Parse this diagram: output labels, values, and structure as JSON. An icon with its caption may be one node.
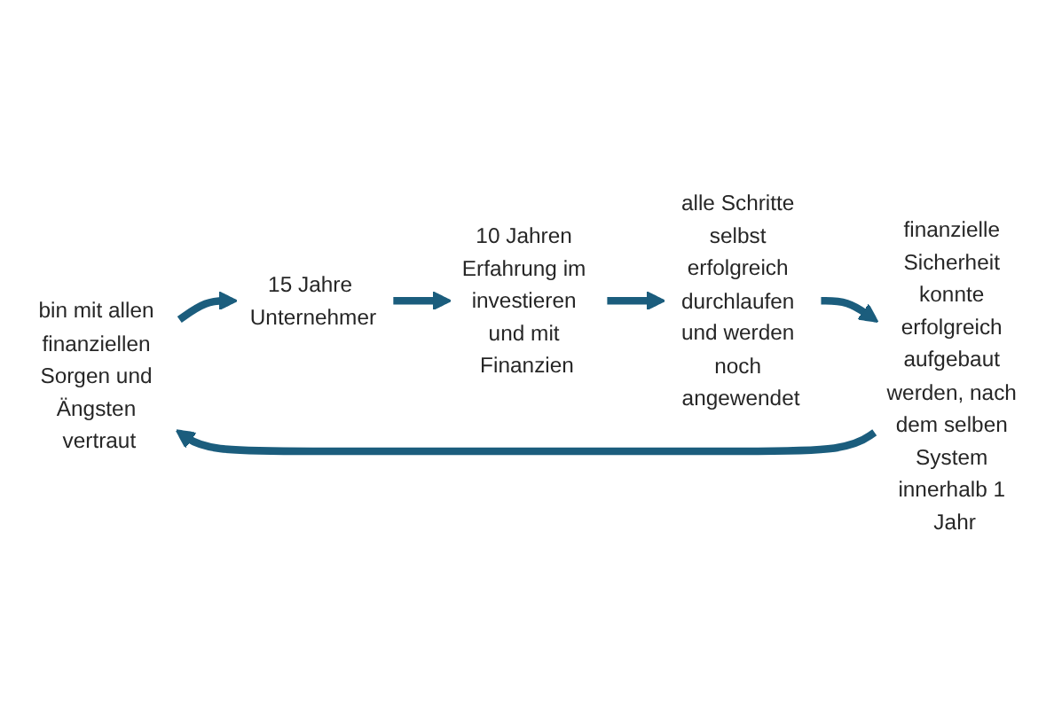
{
  "diagram": {
    "nodes": [
      {
        "text": [
          "bin mit allen finanziellen Sorgen und Ängsten vertraut"
        ]
      },
      {
        "text": [
          "15 Jahre Unternehmer"
        ]
      },
      {
        "text": [
          "10 Jahren Erfahrung im investieren und mit Finanzien"
        ]
      },
      {
        "text": [
          "alle Schritte selbst erfolgreich durchlaufen und werden noch angewendet"
        ]
      },
      {
        "text": [
          "finanzielle Sicherheit konnte erfolgreich aufgebaut werden, nach dem selben System innerhalb 1 Jahr"
        ]
      }
    ],
    "edges": [
      {
        "from": 0,
        "to": 1,
        "arrow": "to"
      },
      {
        "from": 1,
        "to": 2,
        "arrow": "to"
      },
      {
        "from": 2,
        "to": 3,
        "arrow": "to"
      },
      {
        "from": 3,
        "to": 4,
        "arrow": "to"
      },
      {
        "from": 4,
        "to": 0,
        "arrow": "to"
      }
    ]
  }
}
